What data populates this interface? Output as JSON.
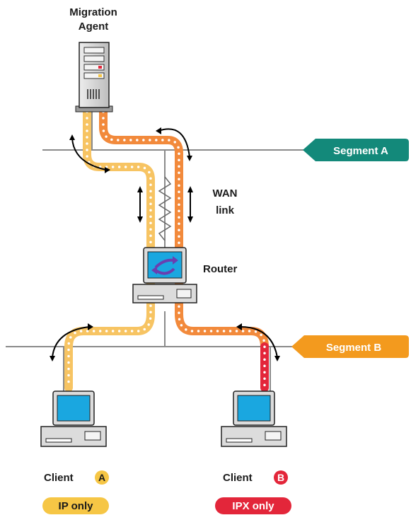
{
  "agent": {
    "title_line1": "Migration",
    "title_line2": "Agent"
  },
  "segments": [
    {
      "label": "Segment A",
      "color": "#13897a"
    },
    {
      "label": "Segment B",
      "color": "#f39a1e"
    }
  ],
  "wan": {
    "line1": "WAN",
    "line2": "link"
  },
  "router": {
    "label": "Router"
  },
  "clients": [
    {
      "name": "Client",
      "letter": "A",
      "letter_color": "#f6c645",
      "protocol": "IP only",
      "protocol_color": "#f6c645",
      "protocol_text_color": "#1a1a1a"
    },
    {
      "name": "Client",
      "letter": "B",
      "letter_color": "#e3263a",
      "protocol": "IPX only",
      "protocol_color": "#e3263a",
      "protocol_text_color": "#ffffff"
    }
  ],
  "colors": {
    "path_ip": "#f7c463",
    "path_ipx": "#f28a3c",
    "path_ipx_red": "#e3263a",
    "line": "#8a8a8a",
    "screen": "#1aa7e0"
  }
}
